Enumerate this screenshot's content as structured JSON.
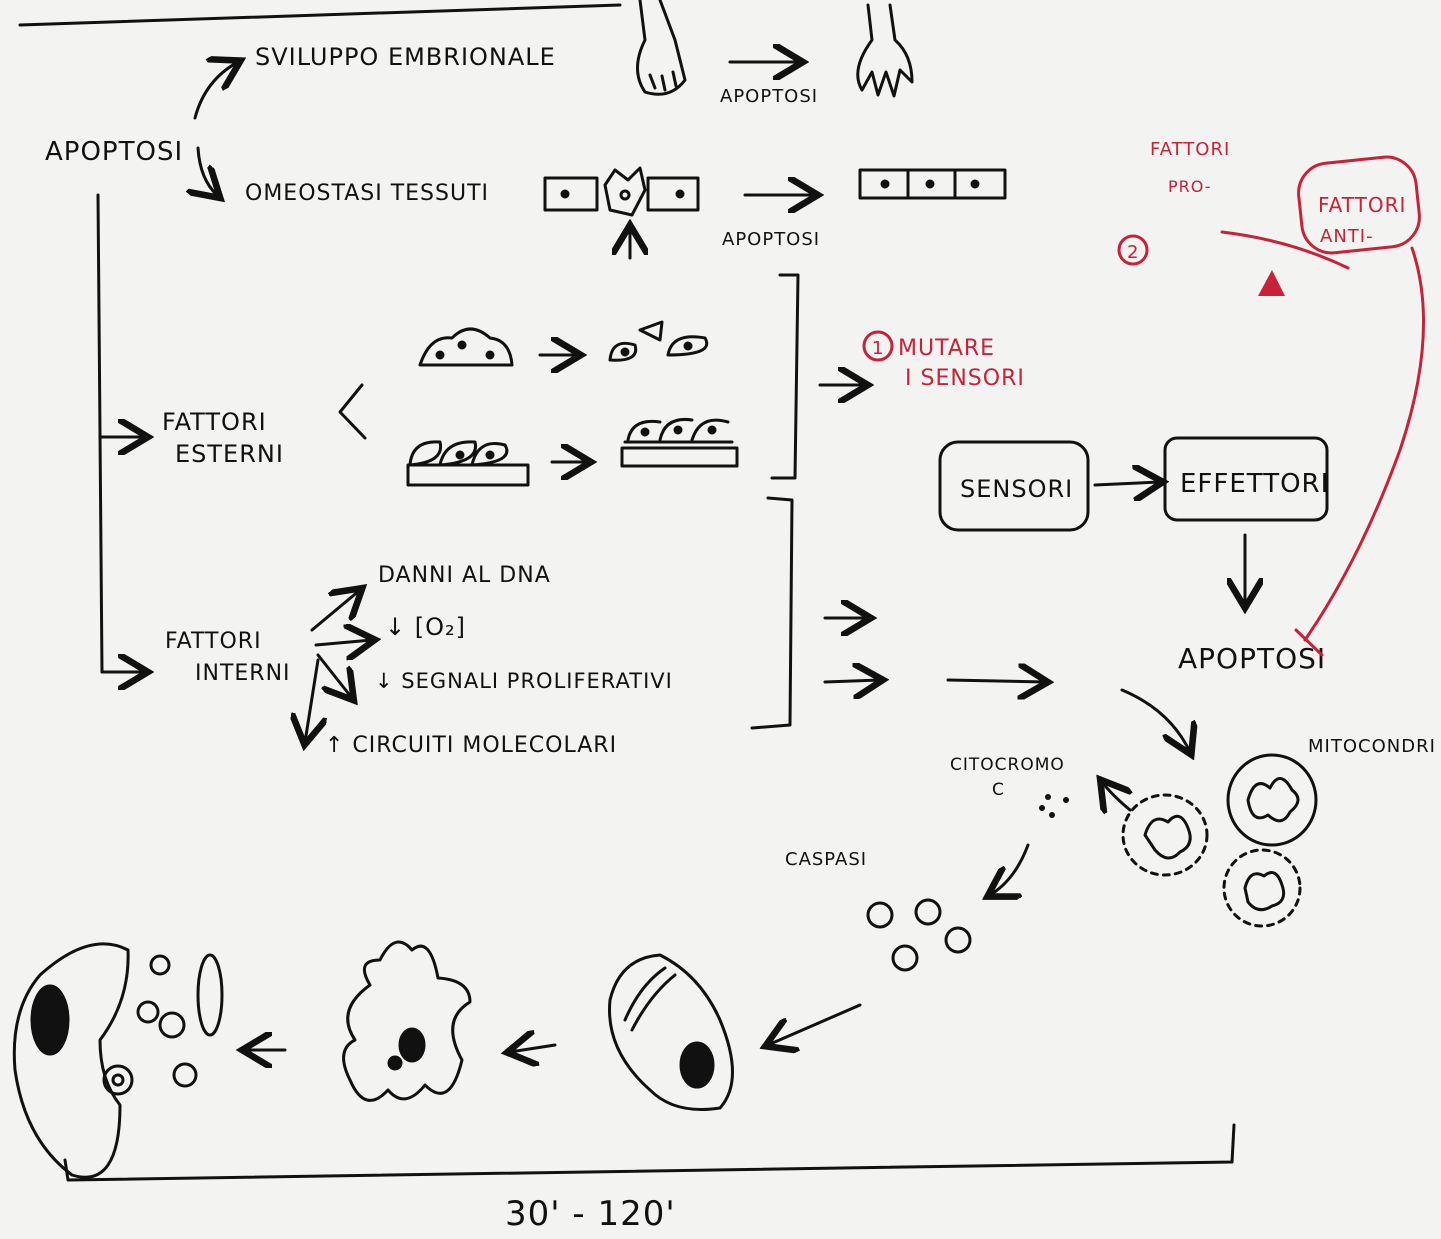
{
  "labels": {
    "apoptosi_main": "APOPTOSI",
    "sviluppo": "SVILUPPO EMBRIONALE",
    "omeostasi": "OMEOSTASI TESSUTI",
    "apoptosi_hand": "APOPTOSI",
    "apoptosi_tissue": "APOPTOSI",
    "fattori_esterni_1": "FATTORI",
    "fattori_esterni_2": "ESTERNI",
    "fattori_interni_1": "FATTORI",
    "fattori_interni_2": "INTERNI",
    "danni_dna": "DANNI AL DNA",
    "o2": "↓ [O₂]",
    "segnali": "↓ SEGNALI PROLIFERATIVI",
    "circuiti": "↑ CIRCUITI MOLECOLARI",
    "sensori": "SENSORI",
    "effettori": "EFFETTORI",
    "apoptosi_out": "APOPTOSI",
    "mitocondri": "MITOCONDRI",
    "citocromo_1": "CITOCROMO",
    "citocromo_2": "C",
    "caspasi": "CASPASI",
    "time": "30' - 120'"
  },
  "red_labels": {
    "num1": "1",
    "mutare_1": "MUTARE",
    "mutare_2": "I SENSORI",
    "num2": "2",
    "fattori_pro_1": "FATTORI",
    "fattori_pro_2": "PRO-",
    "fattori_anti_1": "FATTORI",
    "fattori_anti_2": "ANTI-"
  },
  "colors": {
    "ink": "#111111",
    "red": "#c8223a",
    "background": "#f3f3f1"
  }
}
